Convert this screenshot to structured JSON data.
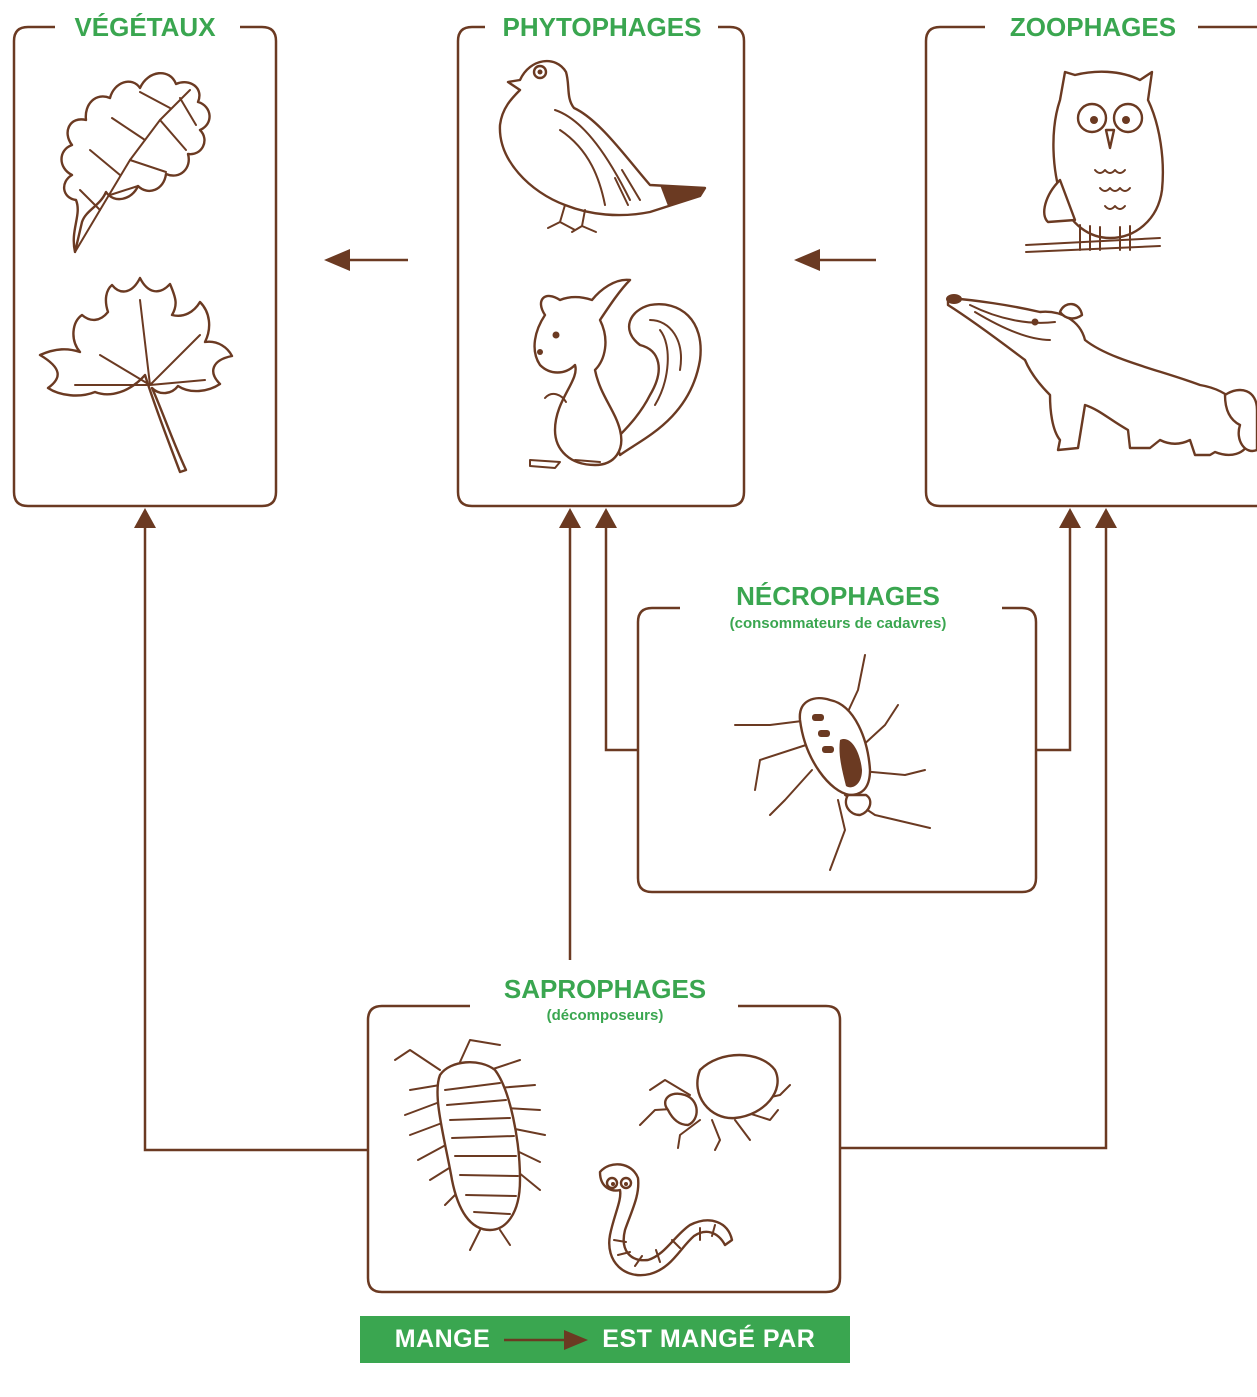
{
  "nodes": {
    "vegetaux": {
      "title": "VÉGÉTAUX"
    },
    "phytophages": {
      "title": "PHYTOPHAGES"
    },
    "zoophages": {
      "title": "ZOOPHAGES"
    },
    "necrophages": {
      "title": "NÉCROPHAGES",
      "subtitle": "(consommateurs de cadavres)"
    },
    "saprophages": {
      "title": "SAPROPHAGES",
      "subtitle": "(décomposeurs)"
    }
  },
  "illustrations": {
    "vegetaux": [
      "oak-leaf-icon",
      "maple-leaf-icon"
    ],
    "phytophages": [
      "pigeon-icon",
      "squirrel-icon"
    ],
    "zoophages": [
      "owl-icon",
      "badger-icon"
    ],
    "necrophages": [
      "beetle-icon"
    ],
    "saprophages": [
      "woodlouse-icon",
      "mite-icon",
      "worm-icon"
    ]
  },
  "legend": {
    "left_label": "MANGE",
    "right_label": "EST MANGÉ PAR"
  },
  "colors": {
    "stroke": "#6b3a22",
    "accent": "#3aa650",
    "background": "#ffffff"
  }
}
